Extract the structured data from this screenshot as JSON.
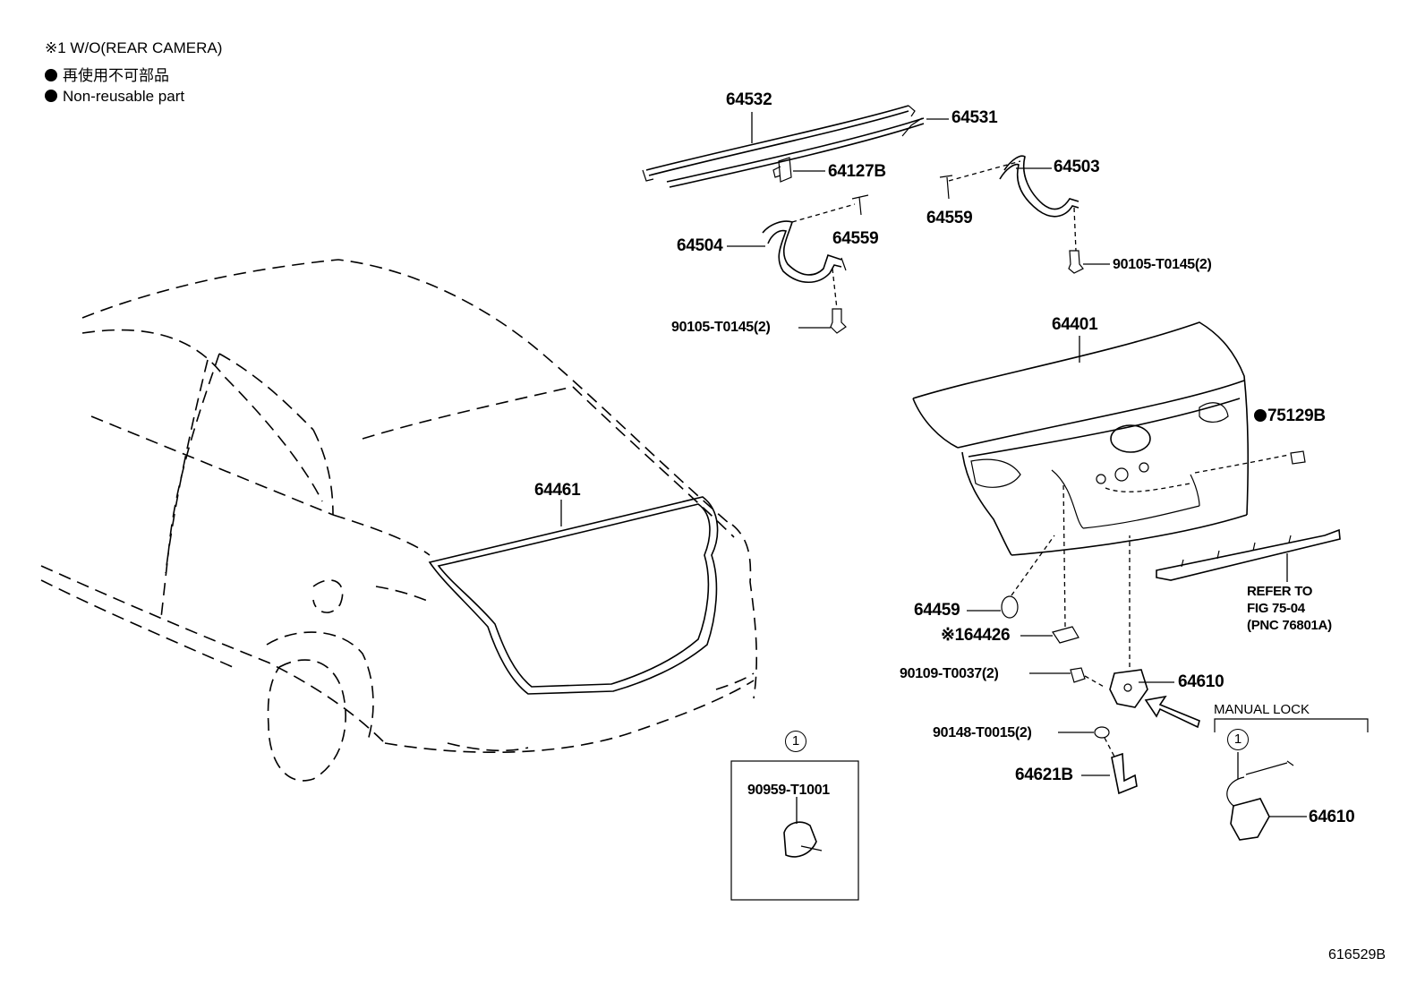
{
  "notes": {
    "without_rear_camera": "※1 W/O(REAR CAMERA)",
    "non_reusable_jp": "再使用不可部品",
    "non_reusable_en": "Non-reusable part"
  },
  "labels": {
    "p64532": "64532",
    "p64531": "64531",
    "p64127b": "64127B",
    "p64503": "64503",
    "p64559_right": "64559",
    "p64504": "64504",
    "p64559_left": "64559",
    "p90105_right": "90105-T0145(2)",
    "p90105_left": "90105-T0145(2)",
    "p64401": "64401",
    "p75129b": "75129B",
    "p64461": "64461",
    "p64459": "64459",
    "p64426": "※164426",
    "p90109": "90109-T0037(2)",
    "p64610_main": "64610",
    "p90148": "90148-T0015(2)",
    "p64621b": "64621B",
    "p90959": "90959-T1001",
    "p64610_manual": "64610",
    "manual_lock": "MANUAL LOCK",
    "refer_line1": "REFER TO",
    "refer_line2": "FIG 75-04",
    "refer_line3": "(PNC 76801A)",
    "circle_one_left": "1",
    "circle_one_right": "1",
    "figure_id": "616529B"
  }
}
